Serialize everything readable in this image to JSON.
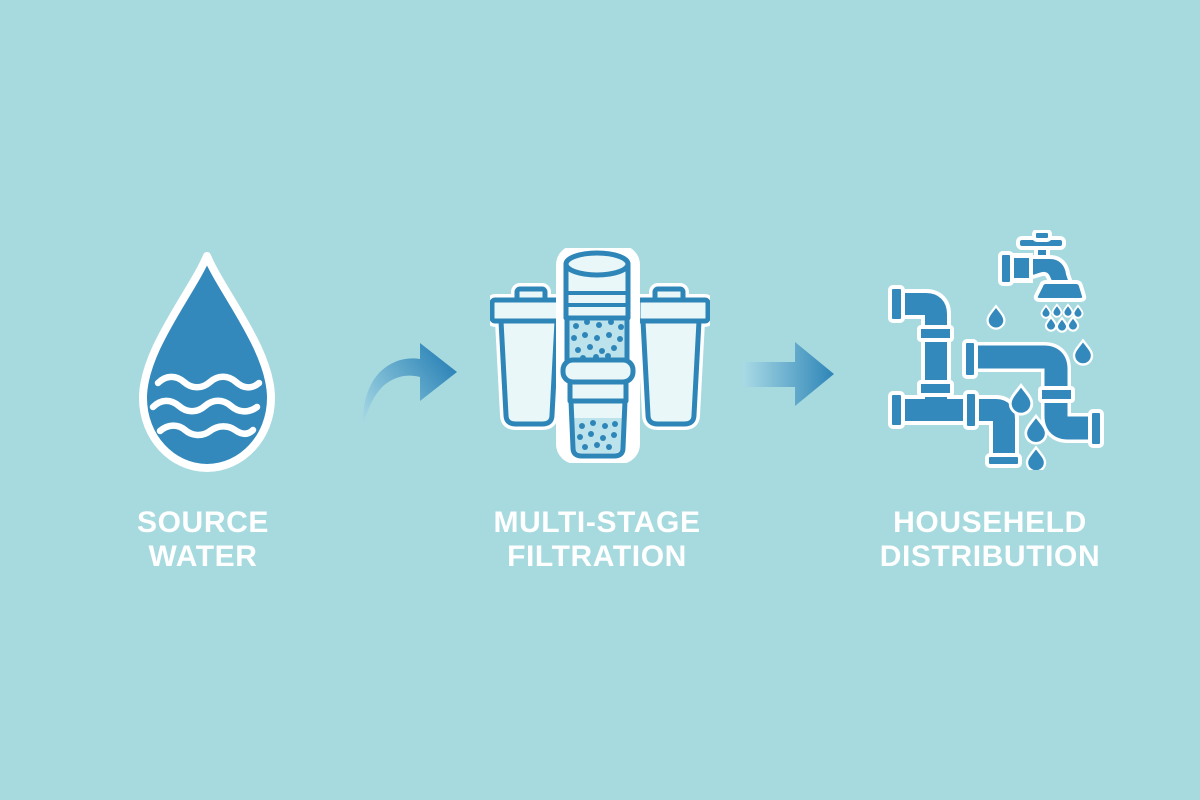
{
  "canvas": {
    "background": "#A7DADF"
  },
  "palette": {
    "icon_blue": "#3389BC",
    "outline_blue": "#2E85B8",
    "light_fill": "#E9F7F9",
    "media_fill": "#BCE3EC",
    "arrow_light": "#A9DAE5",
    "label_white": "#FFFFFF"
  },
  "steps": [
    {
      "name": "source-water",
      "icon": "water-drop-icon",
      "label_line1": "SOURCE",
      "label_line2": "WATER"
    },
    {
      "name": "multi-stage-filtration",
      "icon": "filter-cartridges-icon",
      "label_line1": "MULTI-STAGE",
      "label_line2": "FILTRATION"
    },
    {
      "name": "household-distribution",
      "icon": "pipes-faucet-icon",
      "label_line1": "HOUSEHELD",
      "label_line2": "DISTRIBUTION"
    }
  ],
  "connectors": [
    {
      "name": "arrow-1",
      "type": "curved-right-arrow"
    },
    {
      "name": "arrow-2",
      "type": "straight-right-arrow"
    }
  ]
}
